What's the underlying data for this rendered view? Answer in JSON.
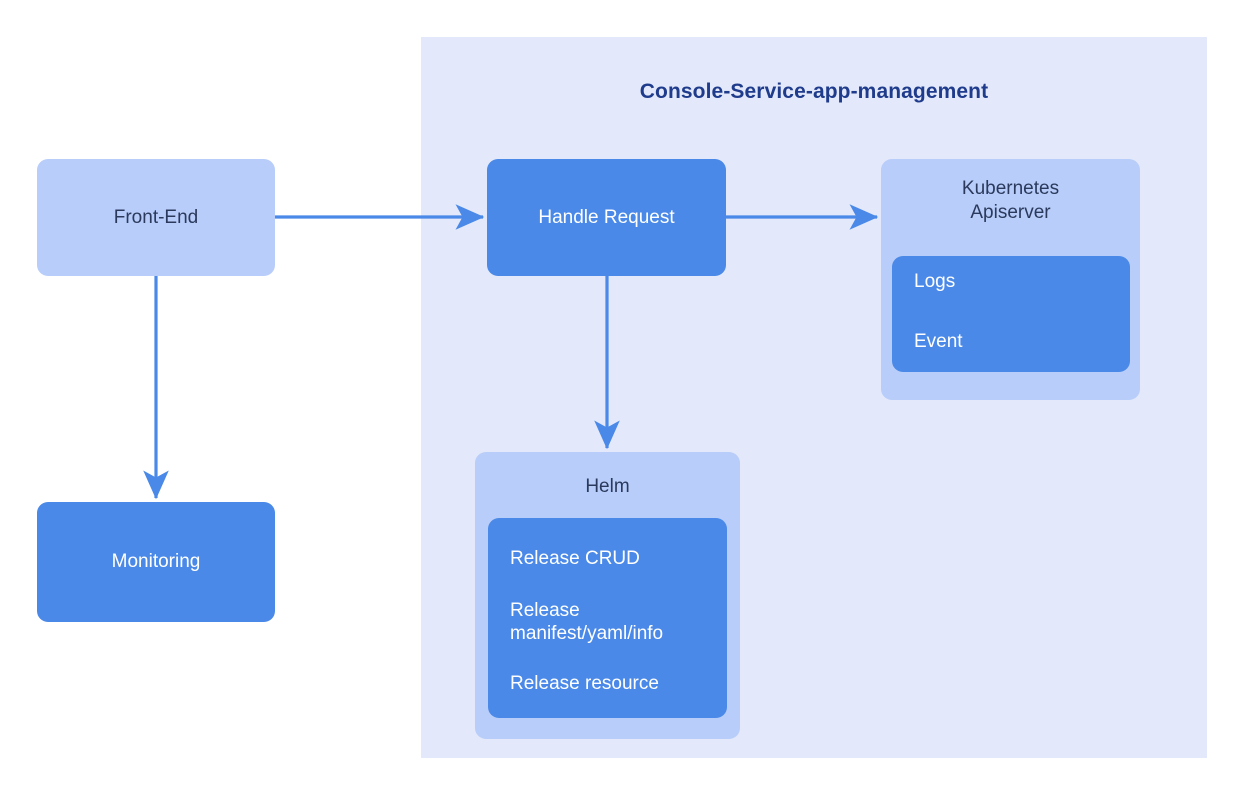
{
  "diagram": {
    "title": "Console-Service-app-management",
    "colors": {
      "panel_background": "#e3e9fa",
      "node_light": "#b8cdfa",
      "node_solid": "#4a89e8",
      "text_dark": "#2b3a5c",
      "text_title": "#1f3b8c",
      "text_light": "#ffffff",
      "arrow": "#4a89e8",
      "page_background": "#ffffff"
    },
    "nodes": {
      "front_end": {
        "label": "Front-End"
      },
      "monitoring": {
        "label": "Monitoring"
      },
      "handle_request": {
        "label": "Handle Request"
      },
      "kubernetes": {
        "title": "Kubernetes\nApiserver",
        "items": [
          {
            "label": "Logs"
          },
          {
            "label": "Event"
          }
        ]
      },
      "helm": {
        "title": "Helm",
        "items": [
          {
            "label": "Release CRUD"
          },
          {
            "label": "Release\nmanifest/yaml/info"
          },
          {
            "label": "Release resource"
          }
        ]
      }
    },
    "connectors": [
      {
        "name": "front-end-to-handle-request",
        "from": "front_end",
        "to": "handle_request",
        "direction": "right"
      },
      {
        "name": "front-end-to-monitoring",
        "from": "front_end",
        "to": "monitoring",
        "direction": "down"
      },
      {
        "name": "handle-request-to-kubernetes",
        "from": "handle_request",
        "to": "kubernetes",
        "direction": "right"
      },
      {
        "name": "handle-request-to-helm",
        "from": "handle_request",
        "to": "helm",
        "direction": "down"
      }
    ]
  }
}
